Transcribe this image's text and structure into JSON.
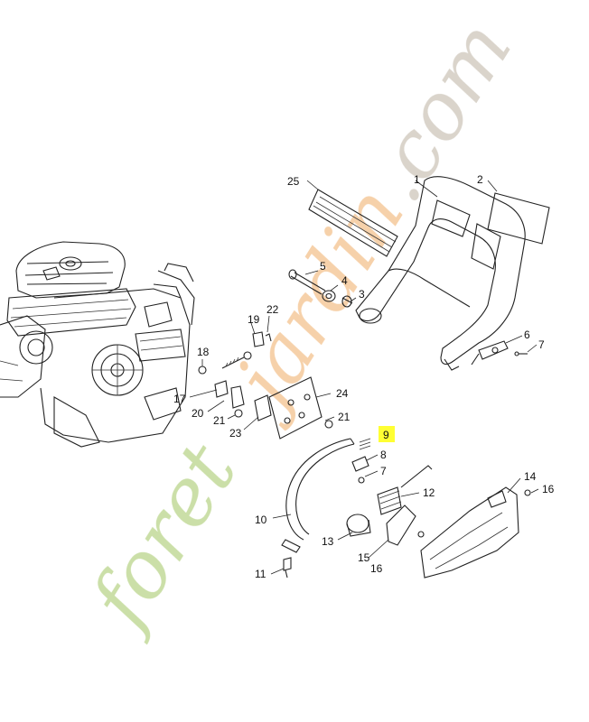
{
  "watermark": {
    "text": "foretjardin.com",
    "color_green": "#c9dea4",
    "color_orange": "#f6cfa6",
    "color_gray": "#d8d2c9"
  },
  "highlight_color": "#ffff33",
  "parts": [
    {
      "id": "1",
      "text": "1"
    },
    {
      "id": "2",
      "text": "2"
    },
    {
      "id": "3",
      "text": "3"
    },
    {
      "id": "4",
      "text": "4"
    },
    {
      "id": "5",
      "text": "5"
    },
    {
      "id": "6",
      "text": "6"
    },
    {
      "id": "7a",
      "text": "7"
    },
    {
      "id": "7b",
      "text": "7"
    },
    {
      "id": "8",
      "text": "8"
    },
    {
      "id": "9",
      "text": "9"
    },
    {
      "id": "10",
      "text": "10"
    },
    {
      "id": "11",
      "text": "11"
    },
    {
      "id": "12",
      "text": "12"
    },
    {
      "id": "13",
      "text": "13"
    },
    {
      "id": "14",
      "text": "14"
    },
    {
      "id": "15",
      "text": "15"
    },
    {
      "id": "16a",
      "text": "16"
    },
    {
      "id": "16b",
      "text": "16"
    },
    {
      "id": "17",
      "text": "17"
    },
    {
      "id": "18",
      "text": "18"
    },
    {
      "id": "19",
      "text": "19"
    },
    {
      "id": "20",
      "text": "20"
    },
    {
      "id": "21a",
      "text": "21"
    },
    {
      "id": "21b",
      "text": "21"
    },
    {
      "id": "22",
      "text": "22"
    },
    {
      "id": "23",
      "text": "23"
    },
    {
      "id": "24",
      "text": "24"
    },
    {
      "id": "25",
      "text": "25"
    }
  ]
}
